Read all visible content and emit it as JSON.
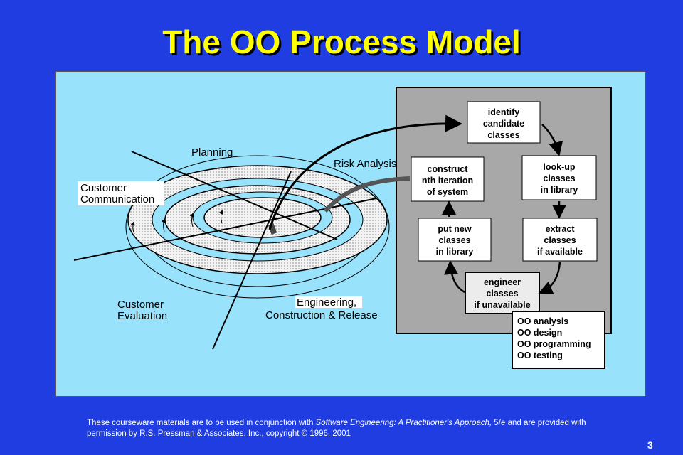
{
  "slide": {
    "title": "The OO Process Model",
    "page_number": "3"
  },
  "spiral": {
    "planning": "Planning",
    "risk_analysis": "Risk Analysis",
    "customer_communication": [
      "Customer",
      "Communication"
    ],
    "customer_evaluation": [
      "Customer",
      "Evaluation"
    ],
    "engineering": [
      "Engineering,",
      "Construction & Release"
    ]
  },
  "cycle": {
    "identify": [
      "identify",
      "candidate",
      "classes"
    ],
    "construct": [
      "construct",
      "nth iteration",
      "of system"
    ],
    "lookup": [
      "look-up",
      "classes",
      "in library"
    ],
    "putnew": [
      "put new",
      "classes",
      "in library"
    ],
    "extract": [
      "extract",
      "classes",
      "if available"
    ],
    "engineer": [
      "engineer",
      "classes",
      "if unavailable"
    ],
    "oo": [
      "OO analysis",
      "OO design",
      "OO programming",
      "OO testing"
    ]
  },
  "footer": {
    "part1": "These courseware materials are to be used in conjunction with ",
    "italic": "Software Engineering: A Practitioner's Approach,",
    "part2": " 5/e and are provided with permission by R.S. Pressman & Associates, Inc., copyright © 1996, 2001"
  },
  "colors": {
    "background": "#1f3de0",
    "panel": "#99e2fb",
    "title": "#ffff00",
    "cycle_box": "#a8a8a8"
  }
}
